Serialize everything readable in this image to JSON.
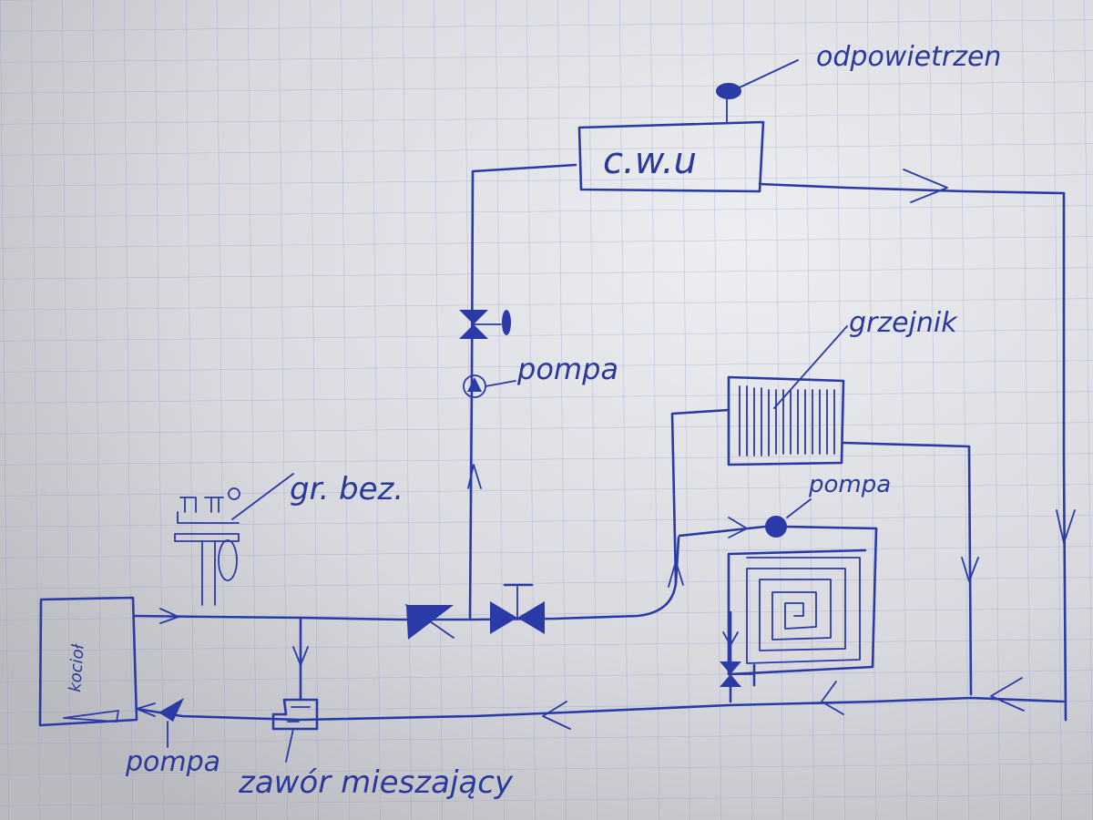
{
  "labels": {
    "odpowietrzenie": "odpowietrzen",
    "cwu": "c.w.u",
    "grzejnik": "grzejnik",
    "pompa_upper": "pompa",
    "pompa_floor": "pompa",
    "pompa_return": "pompa",
    "gr_bez": "gr. bez.",
    "kociol": "kocioł",
    "zawor_mieszajacy": "zawór mieszający"
  },
  "colors": {
    "paper": "#dcdde2",
    "grid": "#8e98c4",
    "ink": "#2a3aa6"
  }
}
